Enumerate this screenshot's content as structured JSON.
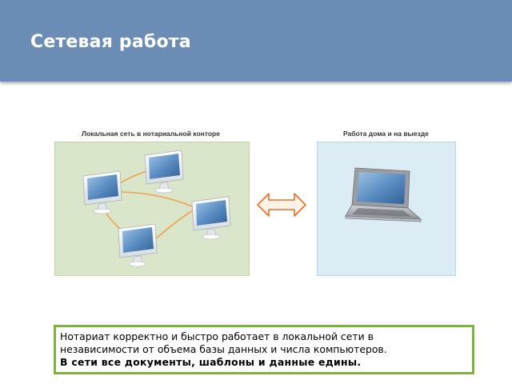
{
  "slide": {
    "title": "Сетевая работа"
  },
  "diagram": {
    "left_panel_label": "Локальная сеть в нотариальной конторе",
    "right_panel_label": "Работа дома и на выезде",
    "left_icon": "desktop-computer-icon",
    "right_icon": "laptop-icon",
    "link_icon": "double-arrow-icon",
    "colors": {
      "left_panel": "#d9e6c9",
      "right_panel": "#dbecf4",
      "network_lines": "#f0a050",
      "arrow_fill": "#fdf3e6",
      "arrow_stroke": "#e8702a"
    }
  },
  "note": {
    "line1": "Нотариат корректно и быстро работает в локальной сети в",
    "line2": "независимости от объема базы данных и числа компьютеров.",
    "line3": "В сети все документы, шаблоны и данные едины.",
    "border_color": "#7eb33d"
  }
}
